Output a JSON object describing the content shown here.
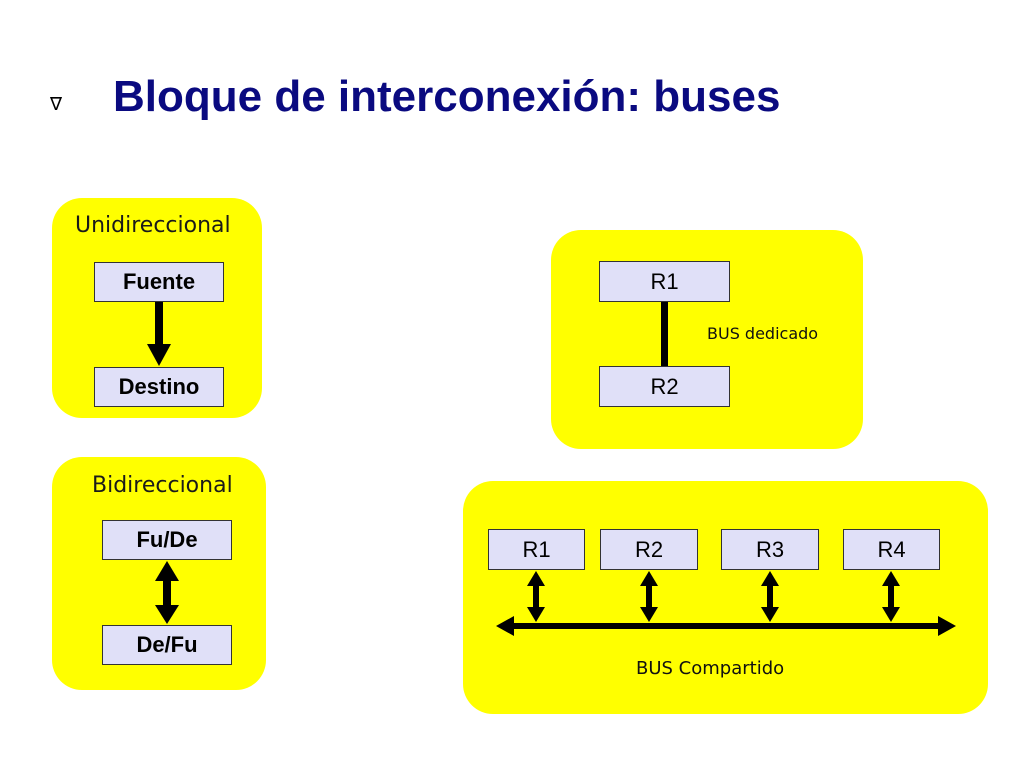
{
  "slide": {
    "bullet": "∇",
    "title": "Bloque de interconexión: buses"
  },
  "unidireccional": {
    "label": "Unidireccional",
    "source": "Fuente",
    "target": "Destino"
  },
  "bidireccional": {
    "label": "Bidireccional",
    "top": "Fu/De",
    "bottom": "De/Fu"
  },
  "bus_dedicado": {
    "r1": "R1",
    "r2": "R2",
    "label": "BUS dedicado"
  },
  "bus_compartido": {
    "registers": [
      "R1",
      "R2",
      "R3",
      "R4"
    ],
    "label": "BUS Compartido"
  },
  "colors": {
    "panel": "#ffff00",
    "box": "#e0e0f8",
    "title": "#0a0a80"
  }
}
